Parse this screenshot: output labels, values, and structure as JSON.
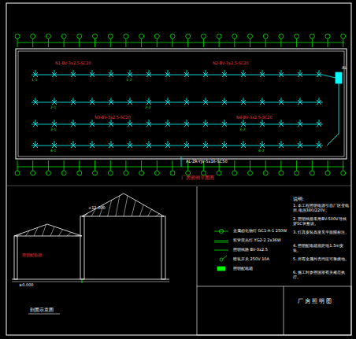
{
  "diagram": {
    "title": "厂房照明平面图",
    "labels": [
      "N1-BV-3x2.5-SC20",
      "N2-BV-3x2.5-SC20",
      "N3-BV-3x2.5-SC20",
      "N4-BV-3x2.5-SC20",
      "AL",
      "AL-ZR-YJV-5x16-SC50",
      "1-1",
      "1-2",
      "2-1",
      "2-2",
      "3-1",
      "3-2",
      "4-1",
      "4-2",
      "照明配电箱",
      "±0.000",
      "+12.000",
      "剖面示意图",
      "说明:",
      "1. 本工程照明电源引自厂区变电所,电压380/220V。",
      "2. 照明线路采用BV-500V导线穿SC管敷设。",
      "3. 灯具安装高度见平面图标注。",
      "4. 照明配电箱底距地1.5m安装。",
      "5. 所有金属外壳均应可靠接地。",
      "6. 施工时参照国家有关规范执行。",
      "厂 房 照 明 图"
    ],
    "legend": [
      {
        "text": "金属卤化物灯 GC1-A-1 250W"
      },
      {
        "text": "双管荧光灯 YG2-2 2x36W"
      },
      {
        "text": "照明线路 BV-3x2.5"
      },
      {
        "text": "暗装开关 250V 10A"
      },
      {
        "text": "照明配电箱"
      }
    ]
  }
}
